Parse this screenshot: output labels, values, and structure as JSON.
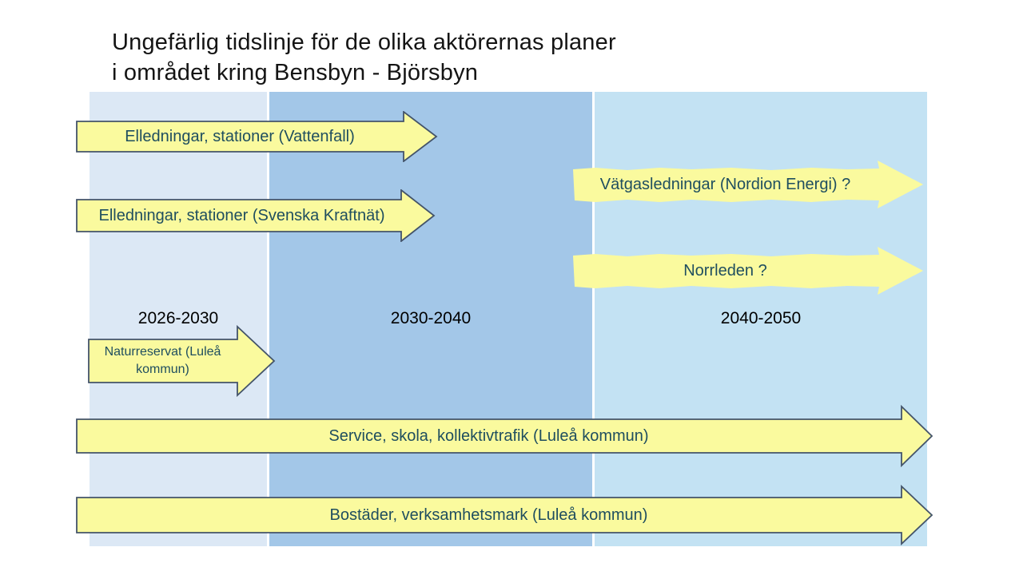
{
  "title": {
    "line1": "Ungefärlig tidslinje för de olika aktörernas planer",
    "line2": "i området kring Bensbyn - Björsbyn"
  },
  "periods": [
    {
      "label": "2026-2030"
    },
    {
      "label": "2030-2040"
    },
    {
      "label": "2040-2050"
    }
  ],
  "arrows": [
    {
      "id": "vattenfall",
      "label": "Elledningar, stationer (Vattenfall)",
      "style": "outlined"
    },
    {
      "id": "kraftnat",
      "label": "Elledningar, stationer (Svenska Kraftnät)",
      "style": "outlined"
    },
    {
      "id": "nordion",
      "label": "Vätgasledningar (Nordion Energi) ?",
      "style": "sketchy"
    },
    {
      "id": "norrleden",
      "label": "Norrleden ?",
      "style": "sketchy"
    },
    {
      "id": "naturreservat",
      "label": "Naturreservat (Luleå kommun)",
      "style": "outlined"
    },
    {
      "id": "service",
      "label": "Service, skola, kollektivtrafik (Luleå kommun)",
      "style": "outlined"
    },
    {
      "id": "bostader",
      "label": "Bostäder, verksamhetsmark (Luleå kommun)",
      "style": "outlined"
    }
  ],
  "colors": {
    "period1-bg": "#DCE8F5",
    "period2-bg": "#A3C7E8",
    "period3-bg": "#C3E2F3",
    "arrow-fill": "#FAFA9E",
    "arrow-outline": "#44546A",
    "arrow-text": "#1F4E5F",
    "date-text": "#000000",
    "title-text": "#141414"
  }
}
